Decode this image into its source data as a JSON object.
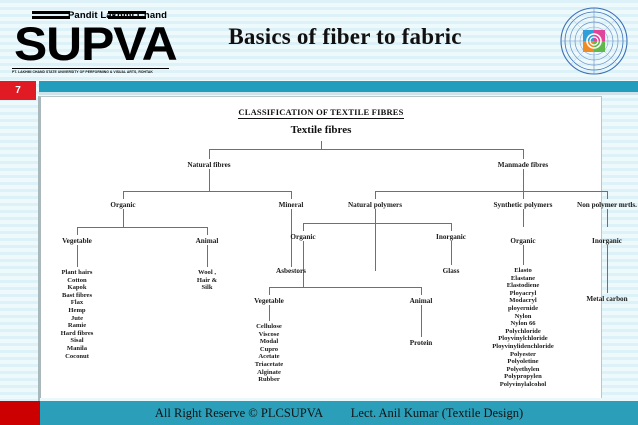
{
  "slide": {
    "number": "7",
    "title": "Basics of fiber to fabric",
    "logo": {
      "top_text": "Pandit Lakhmi Chand",
      "acronym": "SUPVA",
      "subtitle": "PT. LAKHMI CHAND STATE UNIVERSITY OF PERFORMING & VISUAL ARTS, ROHTAK"
    },
    "emblem_name": "university-seal"
  },
  "chart_data": {
    "type": "diagram",
    "title": "CLASSIFICATION OF TEXTILE FIBRES",
    "root": "Textile fibres",
    "nodes": {
      "natural_fibres": "Natural fibres",
      "manmade_fibres": "Manmade fibres",
      "organic_nat": "Organic",
      "mineral": "Mineral",
      "vegetable_nat": "Vegetable",
      "animal_nat": "Animal",
      "asbestors": "Asbestors",
      "natural_polymers": "Natural polymers",
      "synthetic_polymers": "Synthetic polymers",
      "non_polymer": "Non polymer mrtls.",
      "organic_np": "Organic",
      "inorganic_np": "Inorganic",
      "glass": "Glass",
      "vegetable_np": "Vegetable",
      "animal_np": "Animal",
      "protein": "Protein",
      "organic_sp": "Organic",
      "inorganic_nonpoly": "Inorganic",
      "metal_carbon": "Metal carbon"
    },
    "leaf_lists": {
      "vegetable_natural": [
        "Plant hairs",
        "Cotton",
        "Kapok",
        "Bast fibres",
        "Flax",
        "Hemp",
        "Jute",
        "Ramie",
        "Hard fibres",
        "Sisal",
        "Manila",
        "Coconut"
      ],
      "animal_natural": [
        "Wool ,",
        "Hair &",
        "Silk"
      ],
      "vegetable_polymer": [
        "Cellulose",
        "Viscose",
        "Modal",
        "Cupro",
        "Acetate",
        "Triacetate",
        "Alginate",
        "Rubber"
      ],
      "synthetic_organic": [
        "Elasto",
        "Elastane",
        "Elastodiene",
        "Ployacryl",
        "Modacryl",
        "ployernide",
        "Nylon",
        "Nylon 66",
        "Polychloride",
        "Ployvinylchloride",
        "Ployvinylidenchloride",
        "Polyester",
        "Polyoletine",
        "Polyethylen",
        "Polypropylen",
        "Polyvinylalcohol"
      ]
    }
  },
  "footer": {
    "copyright": "All Right Reserve © PLCSUPVA",
    "author": "Lect. Anil Kumar (Textile Design)"
  },
  "colors": {
    "accent_teal": "#229ebc",
    "badge_red": "#e01b24",
    "footer_red": "#cc0000",
    "footer_teal": "#2b9fb9",
    "background_stripe": "#ddf2f8"
  }
}
